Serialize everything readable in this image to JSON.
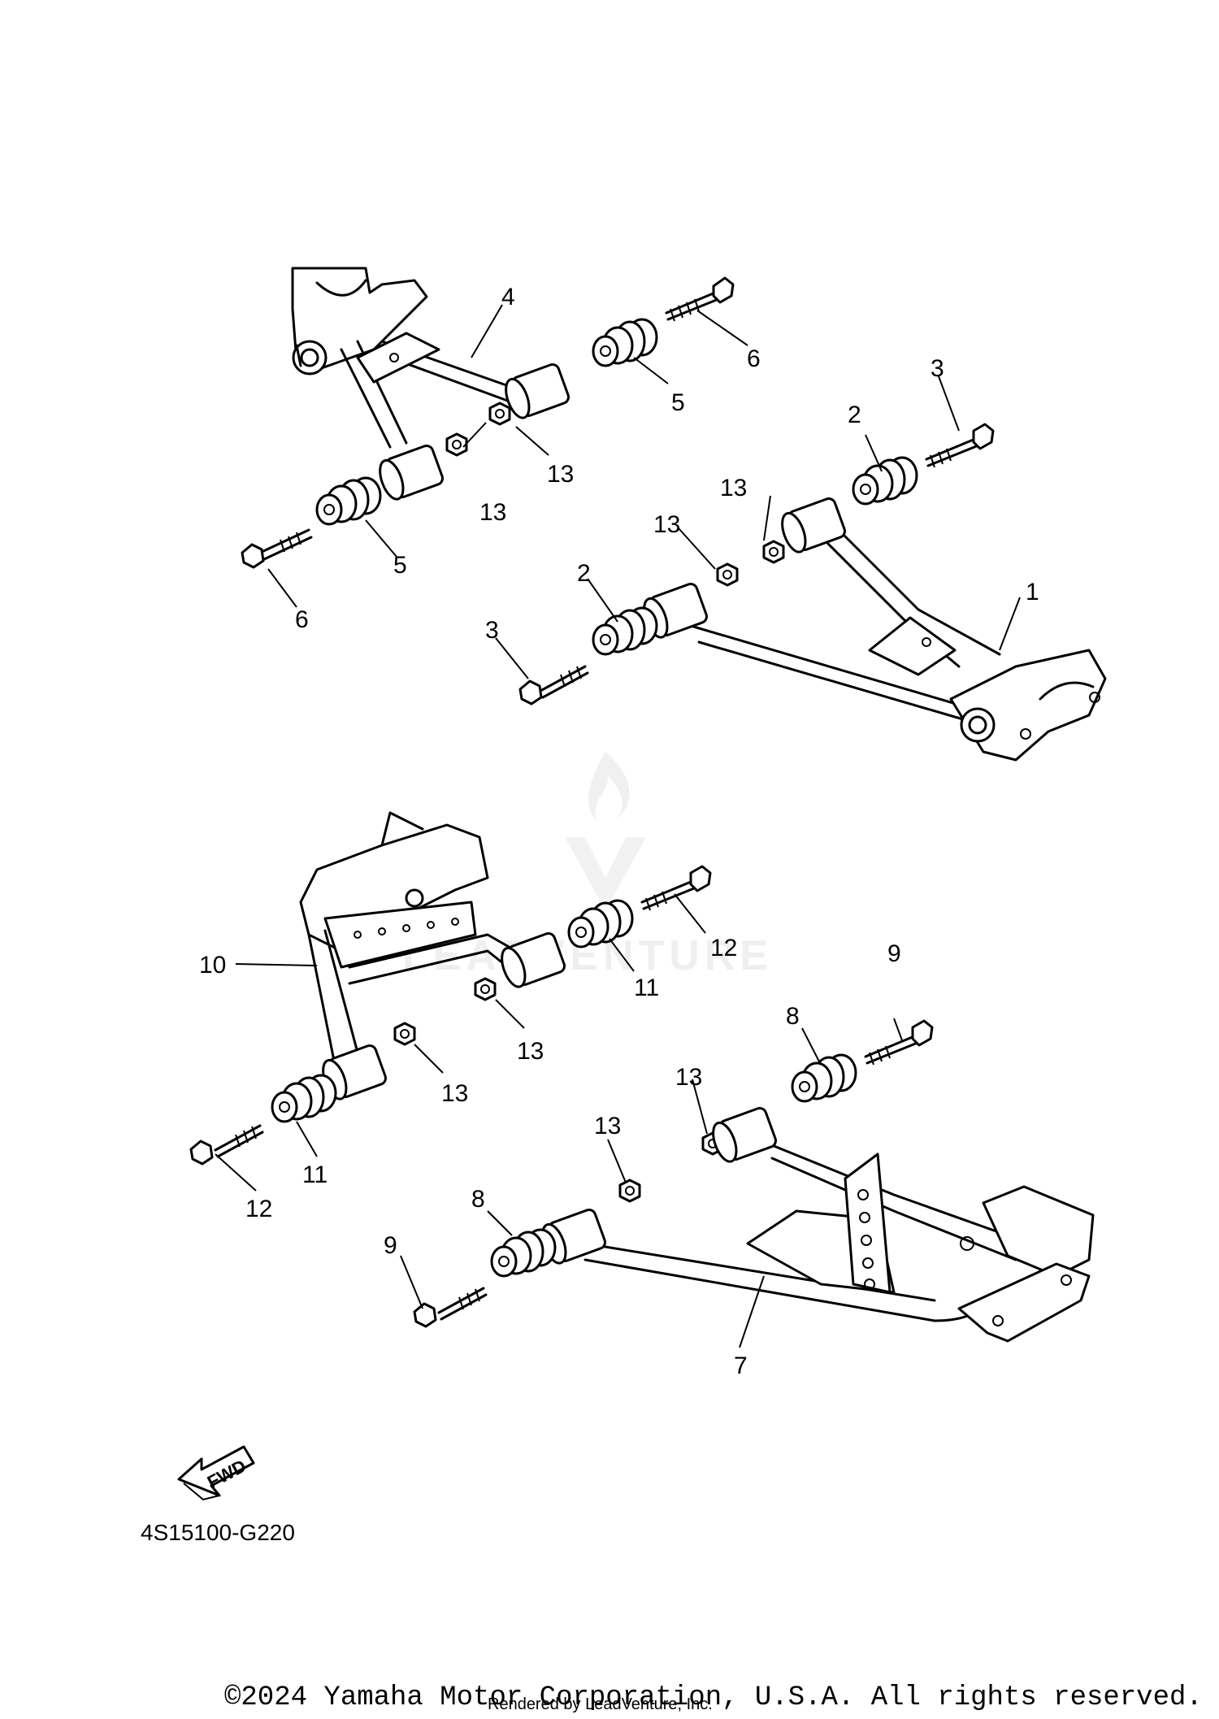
{
  "diagram": {
    "callouts": [
      {
        "id": "c1",
        "text": "1"
      },
      {
        "id": "c2a",
        "text": "2"
      },
      {
        "id": "c2b",
        "text": "2"
      },
      {
        "id": "c3a",
        "text": "3"
      },
      {
        "id": "c3b",
        "text": "3"
      },
      {
        "id": "c4",
        "text": "4"
      },
      {
        "id": "c5a",
        "text": "5"
      },
      {
        "id": "c5b",
        "text": "5"
      },
      {
        "id": "c6a",
        "text": "6"
      },
      {
        "id": "c6b",
        "text": "6"
      },
      {
        "id": "c7",
        "text": "7"
      },
      {
        "id": "c8a",
        "text": "8"
      },
      {
        "id": "c8b",
        "text": "8"
      },
      {
        "id": "c9a",
        "text": "9"
      },
      {
        "id": "c9b",
        "text": "9"
      },
      {
        "id": "c10",
        "text": "10"
      },
      {
        "id": "c11a",
        "text": "11"
      },
      {
        "id": "c11b",
        "text": "11"
      },
      {
        "id": "c12a",
        "text": "12"
      },
      {
        "id": "c12b",
        "text": "12"
      },
      {
        "id": "c13a",
        "text": "13"
      },
      {
        "id": "c13b",
        "text": "13"
      },
      {
        "id": "c13c",
        "text": "13"
      },
      {
        "id": "c13d",
        "text": "13"
      },
      {
        "id": "c13e",
        "text": "13"
      },
      {
        "id": "c13f",
        "text": "13"
      },
      {
        "id": "c13g",
        "text": "13"
      },
      {
        "id": "c13h",
        "text": "13"
      }
    ],
    "fwd_label": "FWD",
    "diagram_code": "4S15100-G220",
    "watermark_text": "LEADVENTURE"
  },
  "footer": {
    "copyright": "©2024 Yamaha Motor Corporation, U.S.A. All rights reserved.",
    "rendered_by": "Rendered by LeadVenture, Inc."
  }
}
